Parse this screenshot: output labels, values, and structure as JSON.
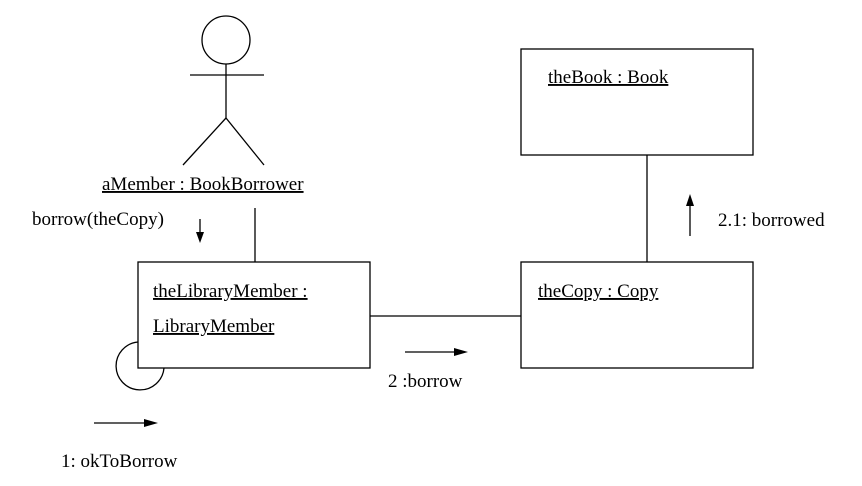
{
  "actor": {
    "label": "aMember : BookBorrower"
  },
  "objects": {
    "library_member": {
      "line1": "theLibraryMember :",
      "line2": "LibraryMember"
    },
    "copy": {
      "label": "theCopy : Copy"
    },
    "book": {
      "label": "theBook : Book"
    }
  },
  "messages": {
    "borrow_the_copy": "borrow(theCopy)",
    "ok_to_borrow": "1: okToBorrow",
    "borrow": "2 :borrow",
    "borrowed": "2.1: borrowed"
  }
}
